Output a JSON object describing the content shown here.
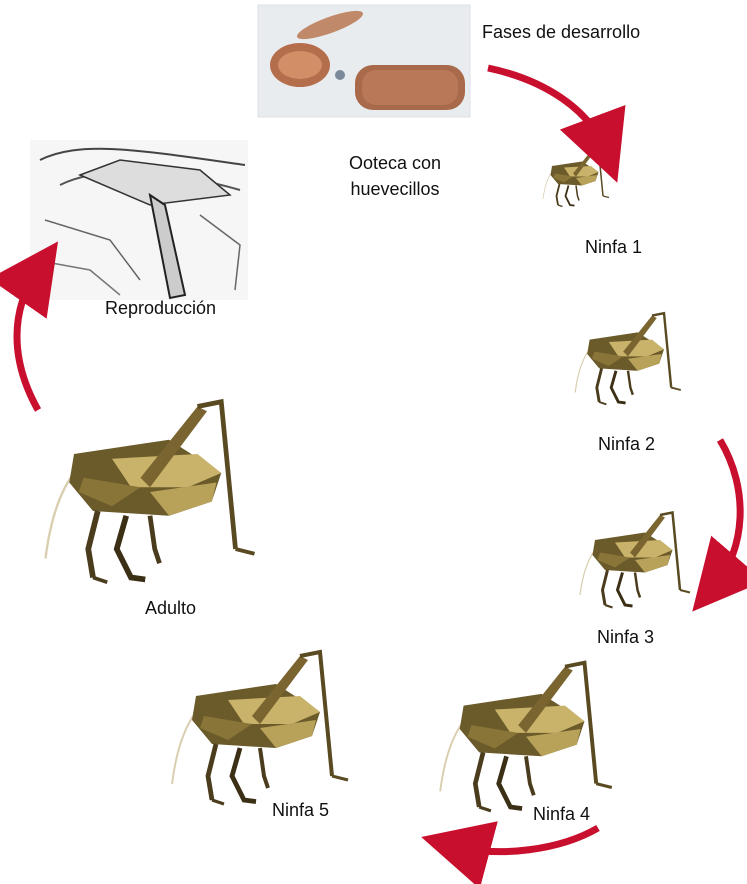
{
  "diagram": {
    "title": "Fases de desarrollo",
    "stages": {
      "egg_case": "Ooteca con\nhuevecillos",
      "reproduction": "Reproducción",
      "adult": "Adulto",
      "nymph1": "Ninfa 1",
      "nymph2": "Ninfa 2",
      "nymph3": "Ninfa 3",
      "nymph4": "Ninfa 4",
      "nymph5": "Ninfa 5"
    },
    "colors": {
      "arrow": "#c8102e",
      "insect_body": "#6b5a2a",
      "insect_light": "#c9b36a",
      "insect_dark": "#3b3016",
      "egg_case": "#a86a4a",
      "sketch_bg": "#f2f2f2"
    }
  }
}
